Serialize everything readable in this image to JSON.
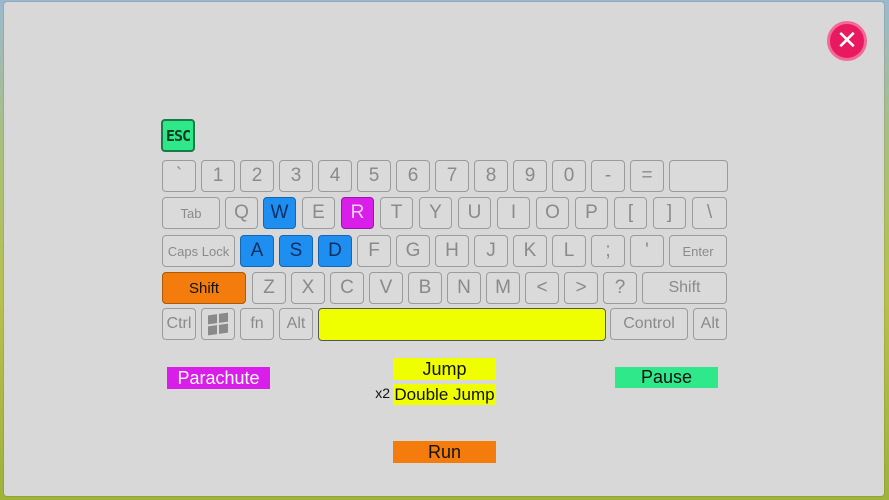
{
  "close_icon": "close-icon",
  "esc_label": "ESC",
  "rows": {
    "r1": [
      "`",
      "1",
      "2",
      "3",
      "4",
      "5",
      "6",
      "7",
      "8",
      "9",
      "0",
      "-",
      "=",
      ""
    ],
    "r2": [
      "Tab",
      "Q",
      "W",
      "E",
      "R",
      "T",
      "Y",
      "U",
      "I",
      "O",
      "P",
      "[",
      "]",
      "\\"
    ],
    "r3": [
      "Caps Lock",
      "A",
      "S",
      "D",
      "F",
      "G",
      "H",
      "J",
      "K",
      "L",
      ";",
      "'",
      "Enter"
    ],
    "r4": [
      "Shift",
      "Z",
      "X",
      "C",
      "V",
      "B",
      "N",
      "M",
      "<",
      ">",
      "?",
      "Shift"
    ],
    "r5": [
      "Ctrl",
      "",
      "fn",
      "Alt",
      "",
      "Control",
      "Alt"
    ]
  },
  "actions": {
    "parachute": "Parachute",
    "jump": "Jump",
    "double_jump_mult": "x2",
    "double_jump": "Double Jump",
    "pause": "Pause",
    "run": "Run"
  },
  "colors": {
    "movement": "#1e8ff0",
    "parachute": "#d81ee8",
    "run": "#f37c0d",
    "jump": "#f0ff00",
    "pause": "#2ee88a",
    "close": "#e8195f"
  }
}
